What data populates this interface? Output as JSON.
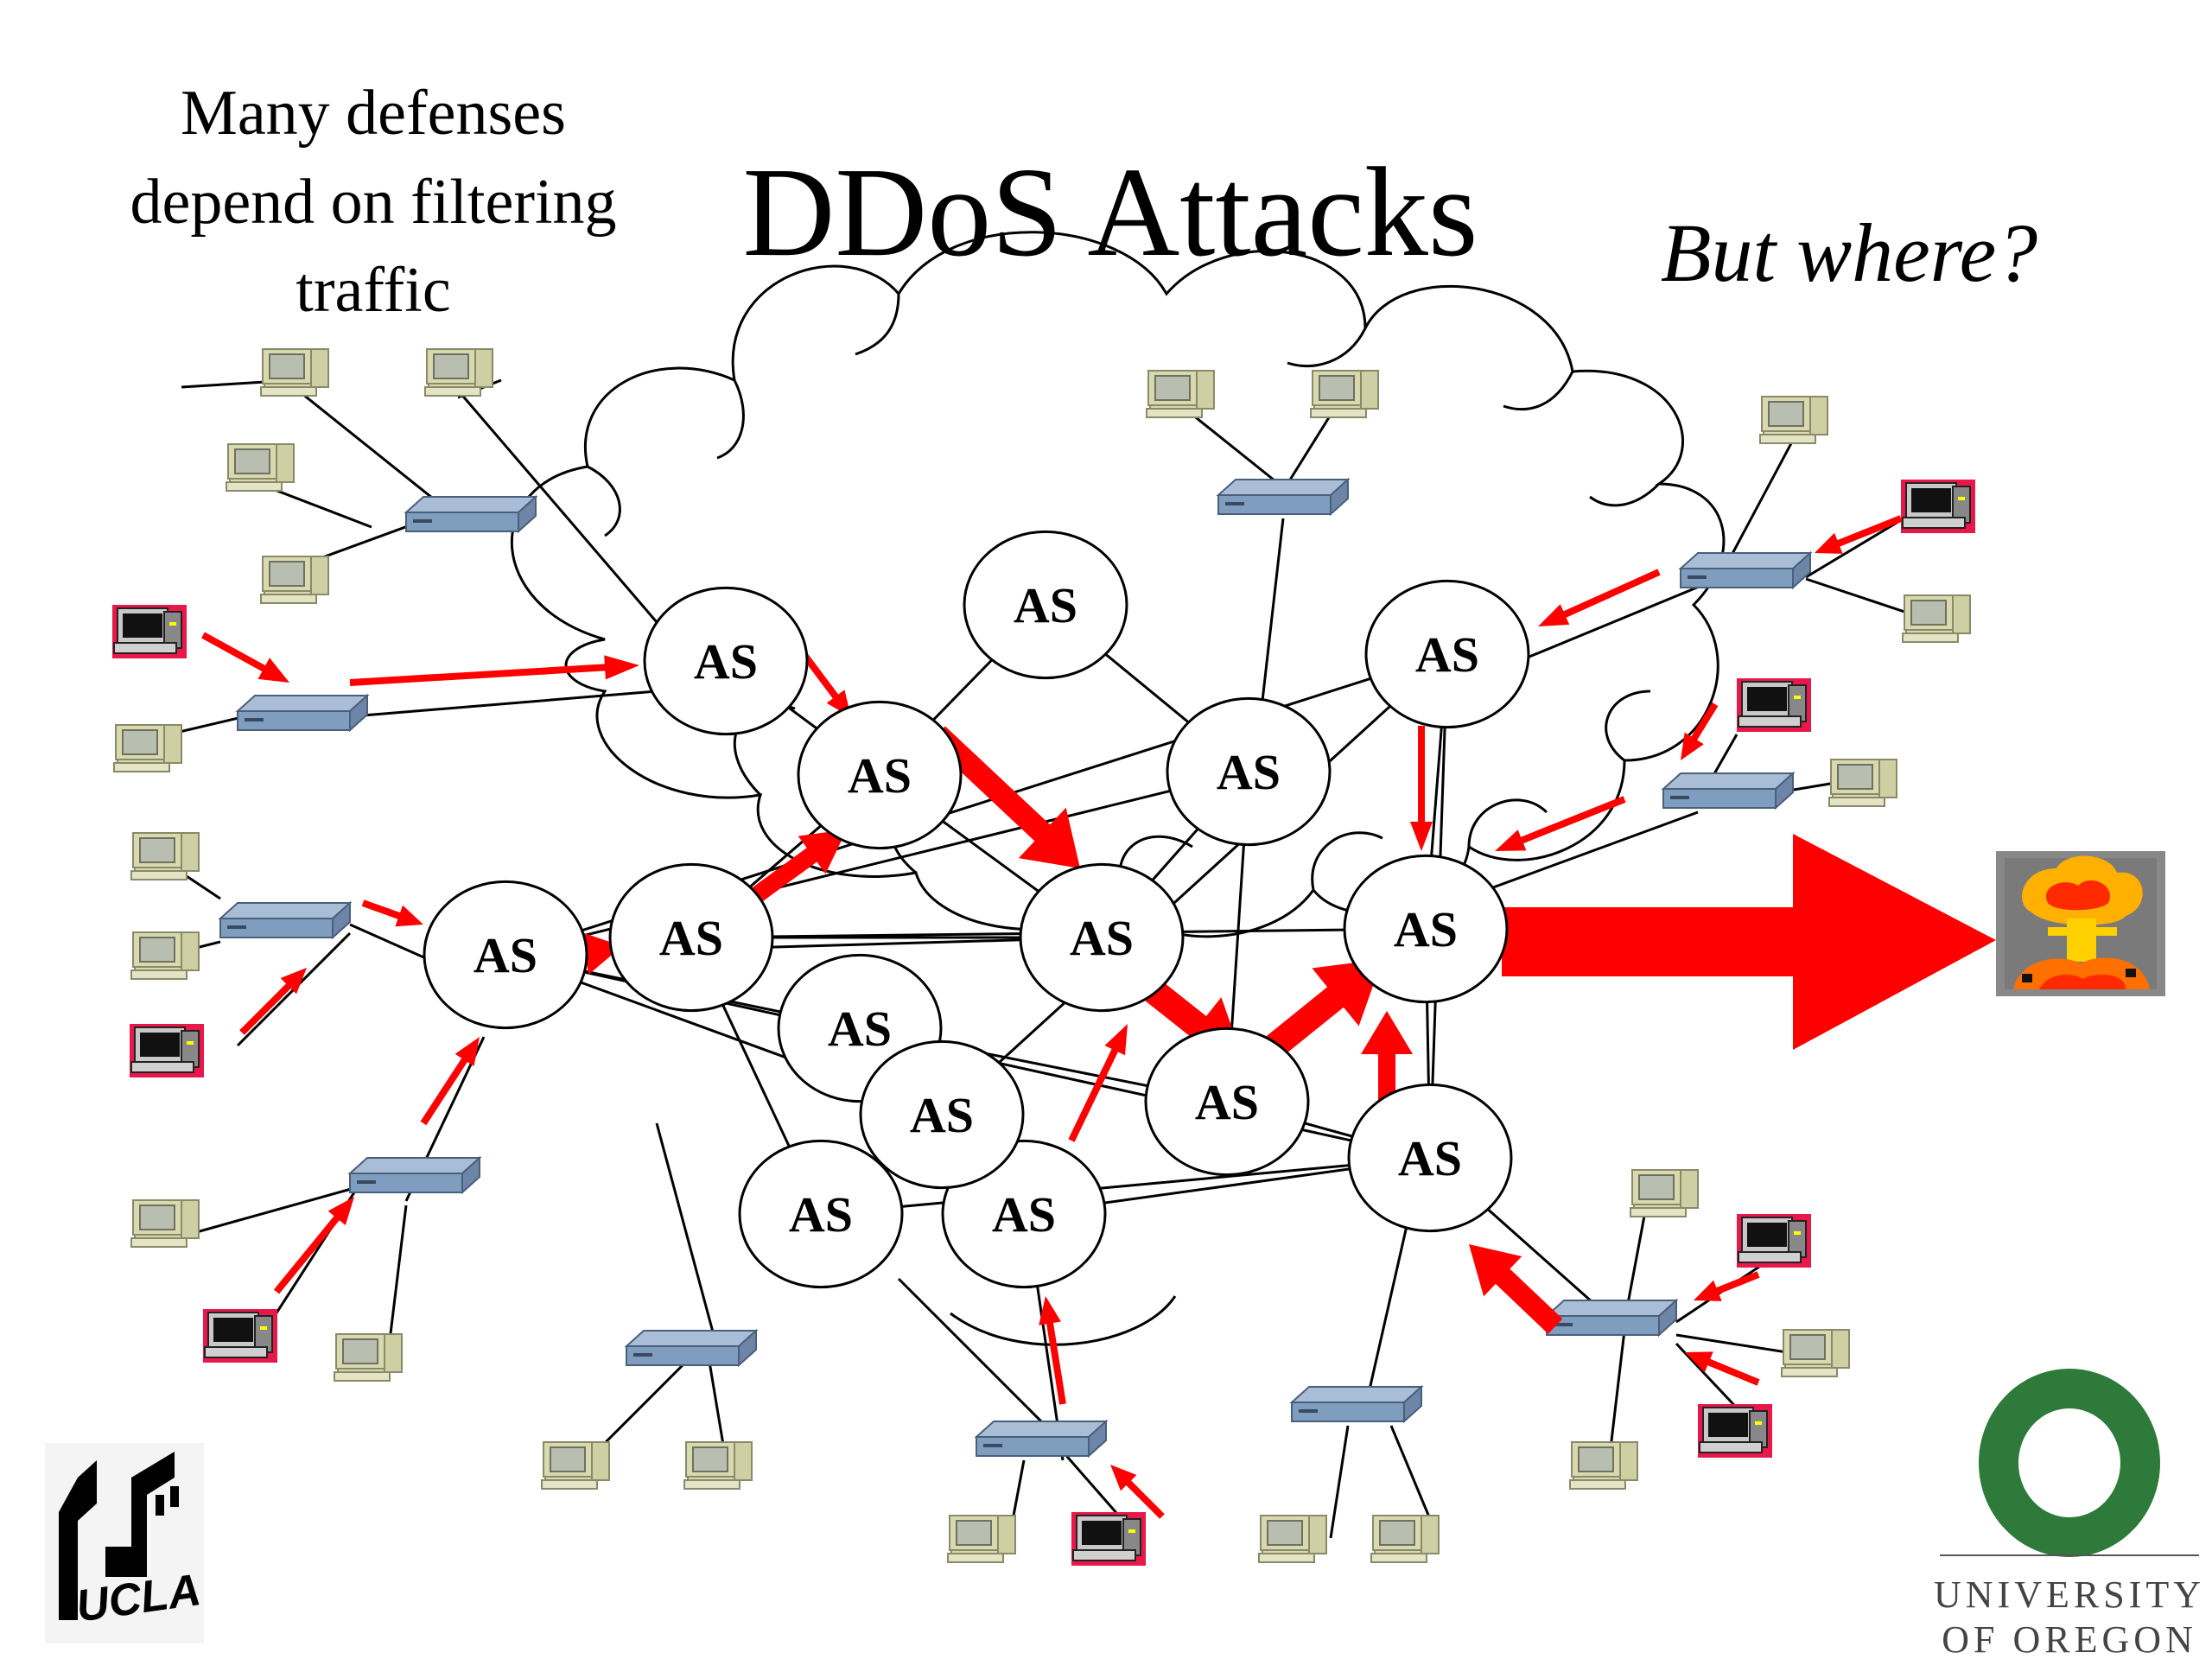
{
  "title": "DDoS Attacks",
  "note_lines": [
    "Many defenses",
    "depend on filtering",
    "traffic"
  ],
  "question": "But where?",
  "node_label": "AS",
  "logos": {
    "left": "UCLA",
    "right_line1": "UNIVERSITY",
    "right_line2": "OF OREGON"
  },
  "colors": {
    "attack": "#ff0000",
    "router": "#7f9dbf",
    "computer": "#d9d9b0",
    "oregon_green": "#2e7a3a",
    "bot_background": "#e8194a"
  },
  "diagram": {
    "nodes": [
      "as-a",
      "as-b",
      "as-c",
      "as-d",
      "as-e",
      "as-f",
      "as-g",
      "as-h",
      "as-i",
      "as-j",
      "as-k",
      "as-l",
      "as-m",
      "as-n",
      "as-o"
    ],
    "links": [
      [
        "as-a",
        "as-b"
      ],
      [
        "as-b",
        "as-d"
      ],
      [
        "as-b",
        "as-f"
      ],
      [
        "as-c",
        "as-b"
      ],
      [
        "as-c",
        "as-e"
      ],
      [
        "as-d",
        "as-e"
      ],
      [
        "as-d",
        "as-g"
      ],
      [
        "as-e",
        "as-h"
      ],
      [
        "as-e",
        "as-g"
      ],
      [
        "as-f",
        "as-d"
      ],
      [
        "as-f",
        "as-i"
      ],
      [
        "as-f",
        "as-l"
      ],
      [
        "as-g",
        "as-f"
      ],
      [
        "as-g",
        "as-j"
      ],
      [
        "as-g",
        "as-k"
      ],
      [
        "as-g",
        "as-n"
      ],
      [
        "as-h",
        "as-i"
      ],
      [
        "as-h",
        "as-k"
      ],
      [
        "as-j",
        "as-h"
      ],
      [
        "as-k",
        "as-i"
      ],
      [
        "as-k",
        "as-o"
      ],
      [
        "as-l",
        "as-k"
      ],
      [
        "as-l",
        "as-n"
      ],
      [
        "as-m",
        "as-k"
      ],
      [
        "as-n",
        "as-o"
      ],
      [
        "as-o",
        "as-i"
      ],
      [
        "as-g",
        "as-o"
      ]
    ],
    "attack_target": "victim-server",
    "flooded_links": [
      [
        "as-b",
        "as-c"
      ],
      [
        "as-f",
        "as-b"
      ],
      [
        "as-f",
        "as-d"
      ],
      [
        "as-d",
        "as-h"
      ],
      [
        "as-h",
        "as-j"
      ],
      [
        "as-j",
        "as-i"
      ],
      [
        "as-k",
        "as-i"
      ],
      [
        "as-o",
        "as-k"
      ],
      [
        "as-i",
        "victim-server"
      ]
    ]
  }
}
